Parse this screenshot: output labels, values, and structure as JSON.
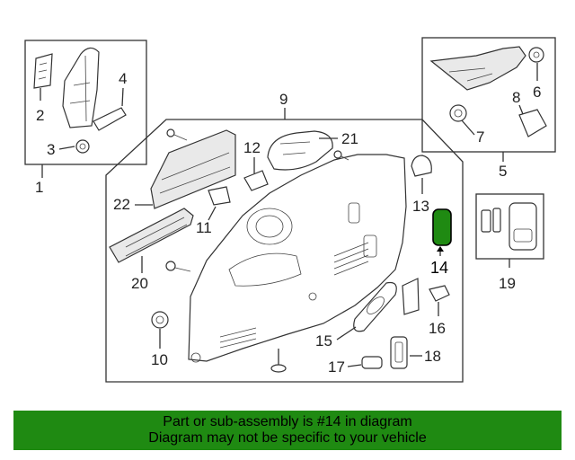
{
  "callouts": {
    "c1": "1",
    "c2": "2",
    "c3": "3",
    "c4": "4",
    "c5": "5",
    "c6": "6",
    "c7": "7",
    "c8": "8",
    "c9": "9",
    "c10": "10",
    "c11": "11",
    "c12": "12",
    "c13": "13",
    "c14": "14",
    "c15": "15",
    "c16": "16",
    "c17": "17",
    "c18": "18",
    "c19": "19",
    "c20": "20",
    "c21": "21",
    "c22": "22"
  },
  "highlight": {
    "part_number": "14",
    "color": "#1f8a12"
  },
  "banner": {
    "line1": "Part or sub-assembly is #14 in diagram",
    "line2": "Diagram may not be specific to your vehicle",
    "background": "#1f8a12"
  }
}
